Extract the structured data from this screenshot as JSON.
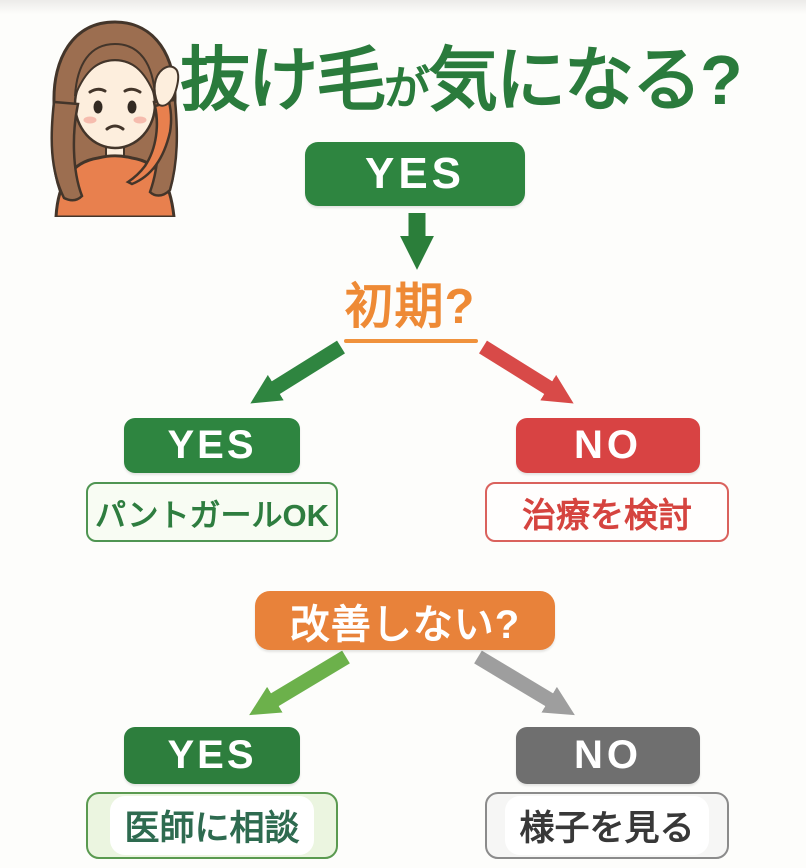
{
  "title": {
    "part_main1": "抜け毛",
    "part_small": "が",
    "part_main2": "気になる?"
  },
  "flow": {
    "root_answer": "YES",
    "question1": "初期?",
    "branch1_yes": {
      "answer": "YES",
      "result": "パントガールOK"
    },
    "branch1_no": {
      "answer": "NO",
      "result": "治療を検討"
    },
    "question2": "改善しない?",
    "branch2_yes": {
      "answer": "YES",
      "result": "医師に相談"
    },
    "branch2_no": {
      "answer": "NO",
      "result": "様子を見る"
    }
  },
  "icons": {
    "illustration": "worried-woman-scratching-head",
    "arrow_down": "down-arrow",
    "arrow_branch1_left": "diagonal-green-arrow",
    "arrow_branch1_right": "diagonal-red-arrow",
    "arrow_branch2_left": "diagonal-light-green-arrow",
    "arrow_branch2_right": "diagonal-gray-arrow"
  },
  "colors": {
    "title_green": "#2a7b3c",
    "button_green": "#2e8540",
    "button_red": "#d84343",
    "button_orange": "#e8823a",
    "button_gray": "#6f6f6f",
    "question_orange": "#ee8a35",
    "underline_orange": "#f0923c",
    "arrow_dark_green": "#2b7e3a",
    "arrow_light_green": "#6cb14b",
    "arrow_red": "#d84a48",
    "arrow_gray": "#9e9e9e",
    "result_green_text": "#2e7d3f",
    "result_red_text": "#d5443f",
    "result_dark_green_text": "#2e6b50",
    "result_gray_text": "#383838",
    "background": "#fdfdfb"
  }
}
